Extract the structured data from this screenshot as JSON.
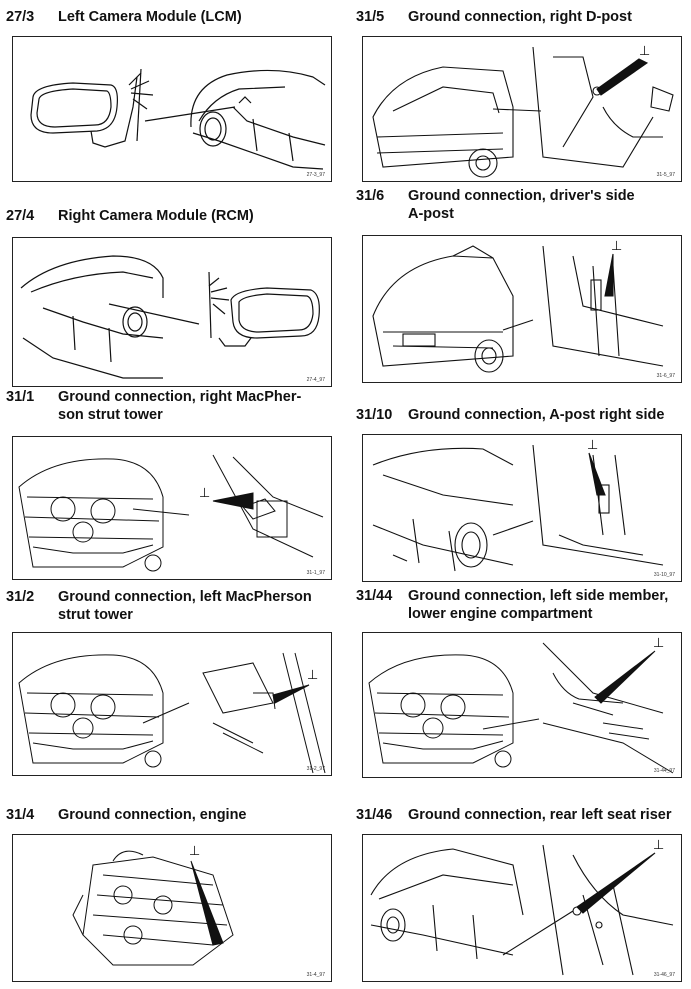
{
  "entries": [
    {
      "code": "27/3",
      "title": "Left Camera Module (LCM)",
      "figure_id": "27-3_97",
      "illustration": "side-mirror-left-with-car"
    },
    {
      "code": "27/4",
      "title": "Right Camera Module (RCM)",
      "figure_id": "27-4_97",
      "illustration": "car-with-side-mirror-right"
    },
    {
      "code": "31/1",
      "title": "Ground connection, right MacPher-son strut tower",
      "title_line1": "Ground connection, right MacPher-",
      "title_line2": "son strut tower",
      "figure_id": "31-1_97",
      "illustration": "engine-bay-with-ground-point"
    },
    {
      "code": "31/2",
      "title": "Ground connection, left MacPherson strut tower",
      "title_line1": "Ground connection, left MacPherson",
      "title_line2": "strut tower",
      "figure_id": "31-2_97",
      "illustration": "engine-bay-with-ground-point"
    },
    {
      "code": "31/4",
      "title": "Ground connection, engine",
      "figure_id": "31-4_97",
      "illustration": "engine-with-ground-point"
    },
    {
      "code": "31/5",
      "title": "Ground connection, right D-post",
      "figure_id": "31-5_97",
      "illustration": "car-rear-with-d-post-ground"
    },
    {
      "code": "31/6",
      "title": "Ground connection, driver's side A-post",
      "title_line1": "Ground connection, driver's side",
      "title_line2": "A-post",
      "figure_id": "31-6_97",
      "illustration": "car-front-with-a-post-ground"
    },
    {
      "code": "31/10",
      "title": "Ground connection, A-post right side",
      "figure_id": "31-10_97",
      "illustration": "car-door-with-a-post-ground"
    },
    {
      "code": "31/44",
      "title": "Ground connection, left side member, lower engine compartment",
      "title_line1": "Ground connection, left side member,",
      "title_line2": "lower engine compartment",
      "figure_id": "31-44_97",
      "illustration": "engine-bay-with-side-member-ground"
    },
    {
      "code": "31/46",
      "title": "Ground connection, rear left seat riser",
      "figure_id": "31-46_97",
      "illustration": "car-with-seat-riser-ground"
    }
  ],
  "ground_symbol": "⊥",
  "colors": {
    "ink": "#111111",
    "paper": "#ffffff",
    "callout": "#222222"
  }
}
